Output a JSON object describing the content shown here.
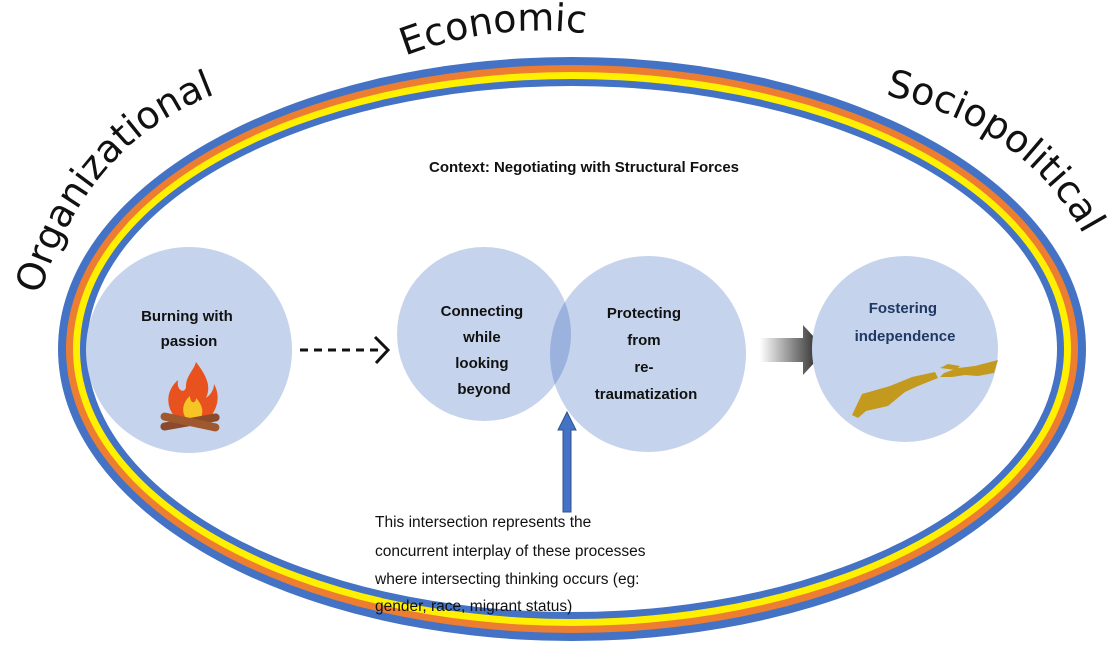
{
  "ring_labels": {
    "top": "Economic",
    "left": "Organizational",
    "right": "Sociopolitical"
  },
  "context_title": "Context: Negotiating with Structural Forces",
  "circles": {
    "burning": {
      "lines": [
        "Burning with",
        "passion"
      ],
      "icon": "campfire-icon"
    },
    "connecting": {
      "lines": [
        "Connecting",
        "while",
        "looking",
        "beyond"
      ]
    },
    "protecting": {
      "lines": [
        "Protecting",
        "from",
        "re-",
        "traumatization"
      ]
    },
    "fostering": {
      "lines": [
        "Fostering",
        "independence"
      ],
      "icon": "reaching-hands-icon"
    }
  },
  "intersection_note": {
    "lines": [
      "This intersection represents the",
      "concurrent interplay of these processes",
      "where intersecting thinking occurs (eg:",
      "gender, race, migrant status)"
    ]
  },
  "colors": {
    "ring_outer_blue": "#4472C4",
    "ring_orange": "#ED7D31",
    "ring_yellow": "#FFF000",
    "circle_fill": "#C5D4EC",
    "circle_overlap": "#9AB2DD",
    "fostering_text": "#1F3864",
    "hands": "#C49A1E",
    "arrow_blue": "#4472C4"
  }
}
